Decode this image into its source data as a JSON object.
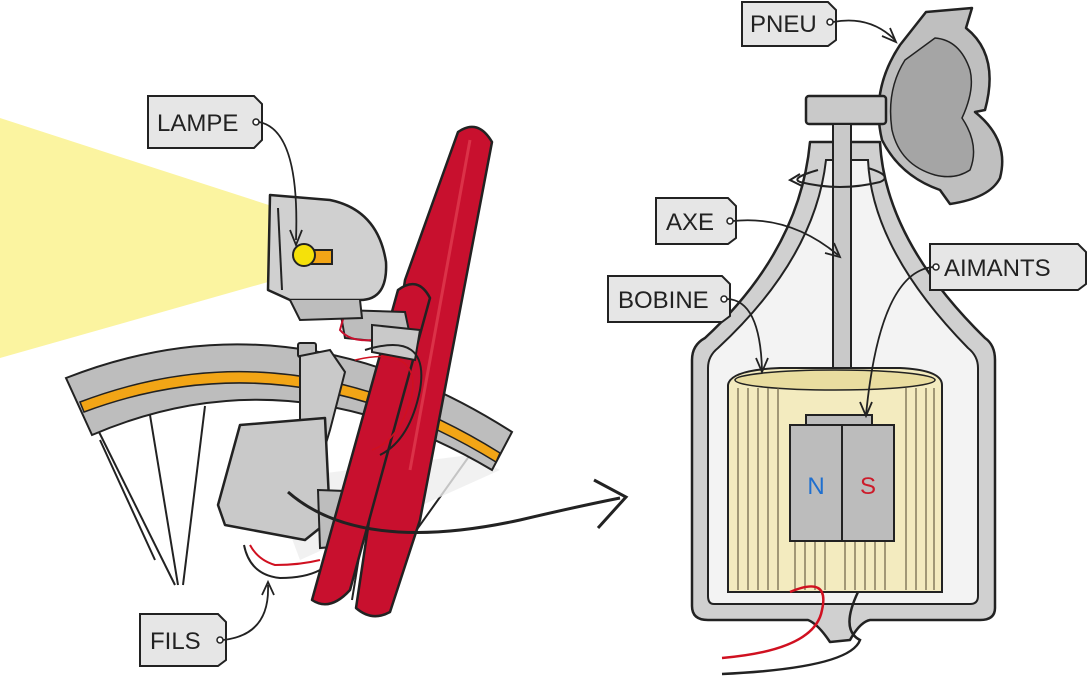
{
  "labels": {
    "lampe": "LAMPE",
    "fils": "FILS",
    "pneu": "PNEU",
    "axe": "AXE",
    "bobine": "BOBINE",
    "aimants": "AIMANTS"
  },
  "poles": {
    "north": "N",
    "south": "S"
  },
  "colors": {
    "frame": "#c8102e",
    "light_beam": "#fbf4a0",
    "bulb": "#f5e10a",
    "rim_stripe": "#f2a516",
    "magnet": "#bcbcbc",
    "coil": "#f3ebbf",
    "north": "#1f6fcf",
    "south": "#cc1b2a",
    "wire_red": "#d01020",
    "housing": "#cfcfcf"
  }
}
